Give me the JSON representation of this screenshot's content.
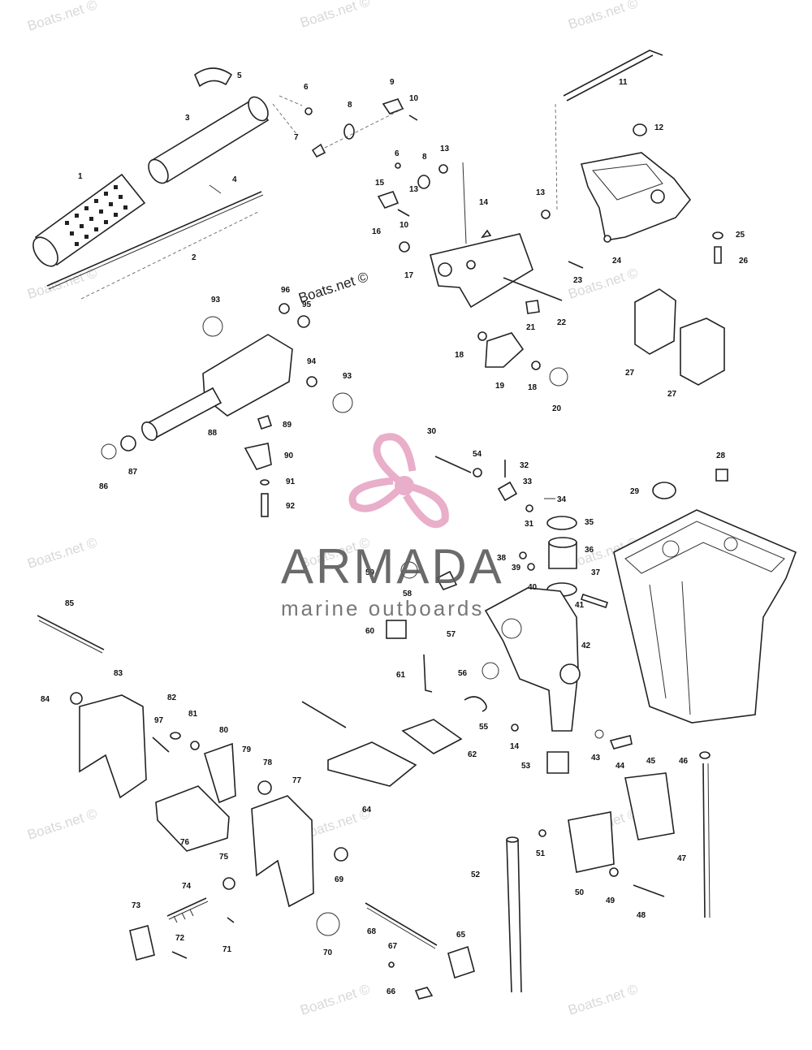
{
  "watermarks": [
    "Boats.net ©",
    "Boats.net ©",
    "Boats.net ©",
    "Boats.net ©",
    "Boats.net ©",
    "Boats.net ©",
    "Boats.net ©",
    "Boats.net ©",
    "Boats.net ©",
    "Boats.net ©",
    "Boats.net ©",
    "Boats.net ©",
    "Boats.net ©"
  ],
  "header_watermark": "Boats.net ©",
  "brand": {
    "name": "ARMADA",
    "tagline": "marine outboards",
    "logo_color": "#e7a6c4",
    "text_color": "#5a5a5a"
  },
  "callouts": [
    "1",
    "2",
    "3",
    "4",
    "5",
    "6",
    "7",
    "8",
    "9",
    "10",
    "11",
    "12",
    "13",
    "6",
    "8",
    "13",
    "14",
    "15",
    "10",
    "16",
    "17",
    "13",
    "24",
    "23",
    "21",
    "22",
    "18",
    "19",
    "18",
    "20",
    "25",
    "26",
    "27",
    "27",
    "93",
    "96",
    "95",
    "94",
    "93",
    "88",
    "89",
    "90",
    "91",
    "92",
    "86",
    "87",
    "28",
    "29",
    "30",
    "54",
    "32",
    "33",
    "34",
    "31",
    "35",
    "36",
    "37",
    "38",
    "39",
    "40",
    "41",
    "59",
    "58",
    "57",
    "60",
    "42",
    "56",
    "61",
    "55",
    "14",
    "43",
    "44",
    "45",
    "46",
    "62",
    "53",
    "85",
    "83",
    "84",
    "82",
    "81",
    "97",
    "80",
    "79",
    "78",
    "77",
    "64",
    "76",
    "75",
    "69",
    "74",
    "73",
    "72",
    "71",
    "70",
    "68",
    "67",
    "65",
    "66",
    "52",
    "51",
    "50",
    "49",
    "48",
    "47"
  ]
}
